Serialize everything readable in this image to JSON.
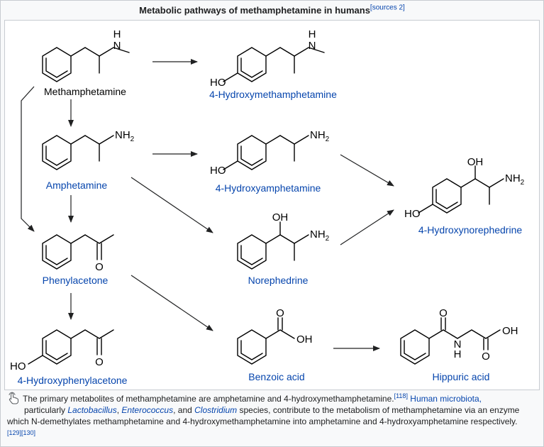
{
  "title": "Metabolic pathways of methamphetamine in humans",
  "title_sources": "[sources 2]",
  "compounds": {
    "methamphetamine": "Methamphetamine",
    "hydroxymethamphetamine": "4-Hydroxymethamphetamine",
    "amphetamine": "Amphetamine",
    "hydroxyamphetamine": "4-Hydroxyamphetamine",
    "hydroxynorephedrine": "4-Hydroxynorephedrine",
    "phenylacetone": "Phenylacetone",
    "norephedrine": "Norephedrine",
    "hydroxyphenylacetone": "4-Hydroxyphenylacetone",
    "benzoic_acid": "Benzoic acid",
    "hippuric_acid": "Hippuric acid"
  },
  "atoms": {
    "H": "H",
    "N": "N",
    "NH2": "NH",
    "sub2": "2",
    "HO": "HO",
    "OH": "OH",
    "O": "O"
  },
  "caption": {
    "part1": "The primary metabolites of methamphetamine are amphetamine and 4-hydroxymethamphetamine.",
    "ref1": "[118]",
    "part2": " Human microbiota,",
    "part3": "particularly ",
    "genus1": "Lactobacillus",
    "sep1": ", ",
    "genus2": "Enterococcus",
    "sep2": ", and ",
    "genus3": "Clostridium",
    "part4": " species, contribute to the metabolism of methamphetamine via an enzyme",
    "part5": "which N-demethylates methamphetamine and 4-hydroxymethamphetamine into amphetamine and 4-hydroxyamphetamine respectively.",
    "refs2": "[129][130]"
  },
  "colors": {
    "link": "#0645ad",
    "text": "#202122",
    "border": "#c8ccd1"
  }
}
